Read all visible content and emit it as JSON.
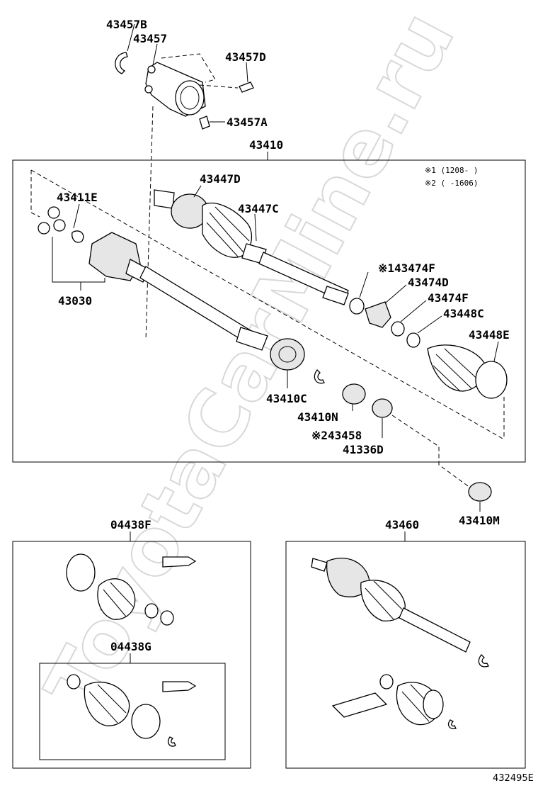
{
  "watermark": "ToyotaCarMine.ru",
  "notes": {
    "n1": "※1 (1208-     )",
    "n2": "※2 (     -1606)"
  },
  "labels": {
    "p43457B": "43457B",
    "p43457": "43457",
    "p43457D": "43457D",
    "p43457A": "43457A",
    "p43410": "43410",
    "p43447D": "43447D",
    "p43447C": "43447C",
    "p43411E": "43411E",
    "p43030": "43030",
    "p43474F_1": "※143474F",
    "p43474D": "43474D",
    "p43474F_2": "43474F",
    "p43448C": "43448C",
    "p43448E": "43448E",
    "p43410C": "43410C",
    "p43410N": "43410N",
    "p43458": "※243458",
    "p41336D": "41336D",
    "p43410M": "43410M",
    "p04438F": "04438F",
    "p04438G": "04438G",
    "p43460": "43460"
  },
  "diagram_code": "432495E"
}
